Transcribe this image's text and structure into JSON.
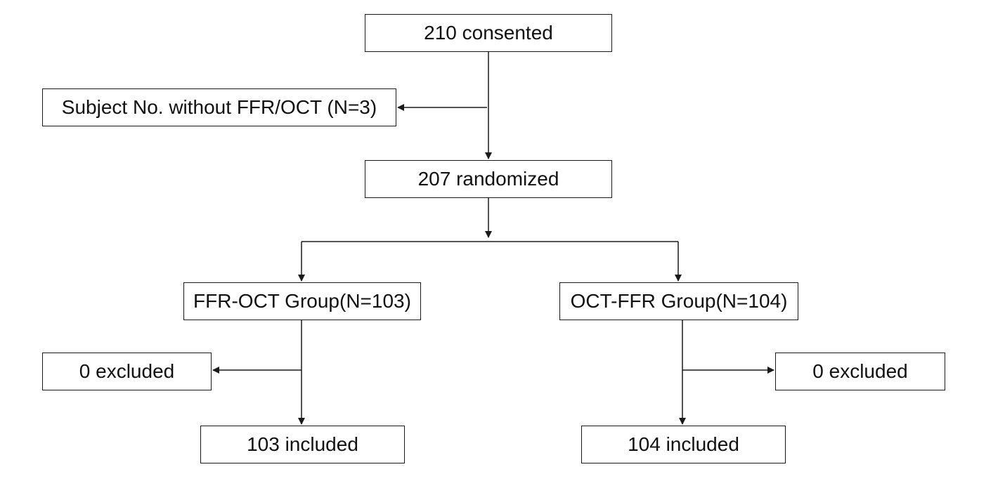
{
  "flowchart": {
    "consented": "210 consented",
    "excluded_before_randomization": "Subject No. without FFR/OCT (N=3)",
    "randomized": "207 randomized",
    "group_left": {
      "name": "FFR-OCT Group(N=103)",
      "excluded": "0 excluded",
      "included": "103 included"
    },
    "group_right": {
      "name": "OCT-FFR Group(N=104)",
      "excluded": "0 excluded",
      "included": "104 included"
    }
  },
  "colors": {
    "line": "#1a1a1a",
    "box_border": "#1a1a1a",
    "background": "#ffffff"
  }
}
